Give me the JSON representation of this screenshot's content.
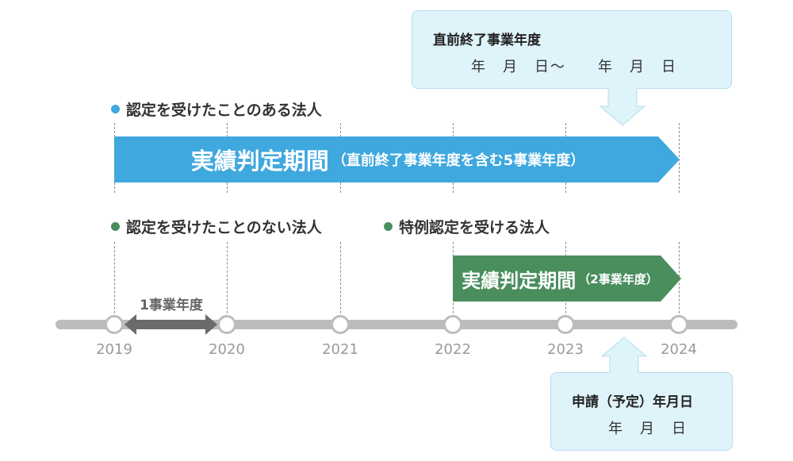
{
  "callout_top": {
    "title": "直前終了事業年度",
    "dates": "年　月　日〜　　年　月　日"
  },
  "callout_bottom": {
    "title": "申請（予定）年月日",
    "dates": "年　月　日"
  },
  "legend_certified": "認定を受けたことのある法人",
  "legend_not_certified": "認定を受けたことのない法人",
  "legend_special": "特例認定を受ける法人",
  "band_long": {
    "main": "実績判定期間",
    "sub": "（直前終了事業年度を含む5事業年度）"
  },
  "band_short": {
    "main": "実績判定期間",
    "sub": "（2事業年度）"
  },
  "span_label": "1事業年度",
  "years": [
    "2019",
    "2020",
    "2021",
    "2022",
    "2023",
    "2024"
  ],
  "colors": {
    "blue": "#3fa8df",
    "green": "#4a8e5e",
    "track": "#bcbcbc",
    "callout_bg": "#dff3fb",
    "dark_arrow": "#6b6b6b"
  }
}
